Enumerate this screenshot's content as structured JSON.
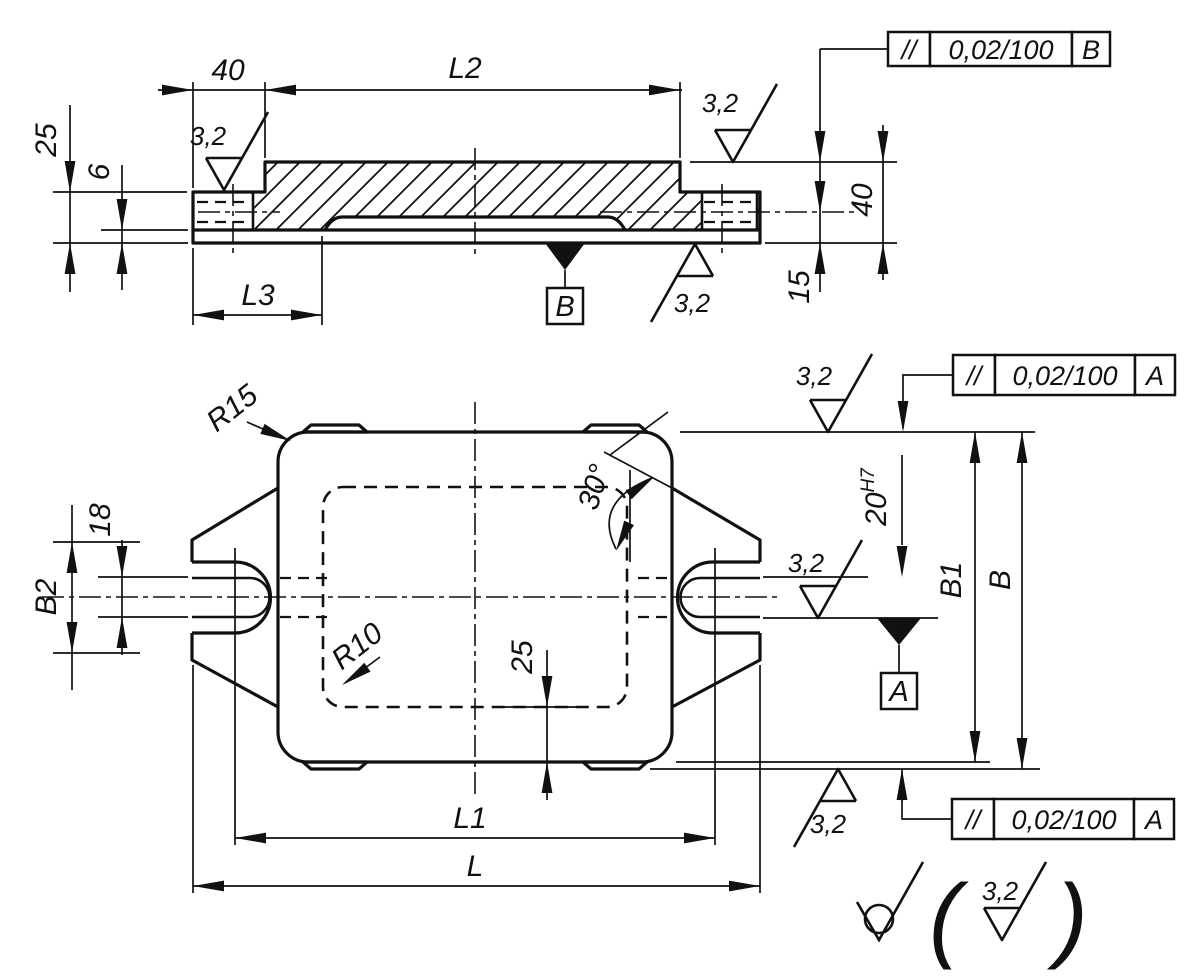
{
  "drawing": {
    "section": {
      "dim_width_top": "40",
      "dim_l2": "L2",
      "dim_height_left": "25",
      "dim_base_thickness": "6",
      "dim_l3": "L3",
      "dim_height_right": "40",
      "dim_center_height": "15",
      "rough_top_left": "3,2",
      "rough_top_right": "3,2",
      "rough_bottom": "3,2",
      "datum_b": "B",
      "tol_b": {
        "sym": "//",
        "val": "0,02/100",
        "ref": "B"
      }
    },
    "plan": {
      "dim_r15": "R15",
      "dim_r10": "R10",
      "dim_angle": "30°",
      "dim_b2": "B2",
      "dim_18": "18",
      "dim_bore": "20",
      "dim_bore_fit": "H7",
      "dim_25": "25",
      "dim_b1": "B1",
      "dim_b": "B",
      "dim_l1": "L1",
      "dim_l": "L",
      "datum_a": "A",
      "rough_top": "3,2",
      "rough_mid": "3,2",
      "rough_bottom": "3,2",
      "tol_a_top": {
        "sym": "//",
        "val": "0,02/100",
        "ref": "A"
      },
      "tol_a_bottom": {
        "sym": "//",
        "val": "0,02/100",
        "ref": "A"
      }
    },
    "note": {
      "open": "(",
      "rough": "3,2",
      "close": ")"
    }
  }
}
